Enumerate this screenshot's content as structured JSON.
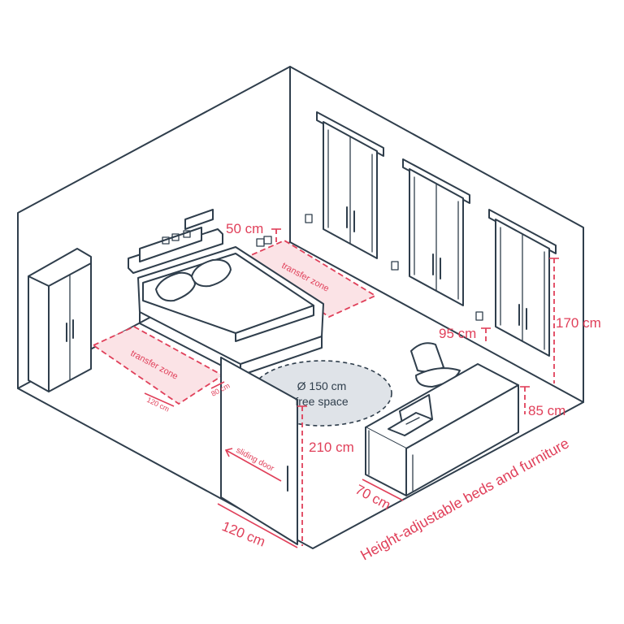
{
  "labels": {
    "bed_headroom": "50 cm",
    "transfer_zone_head": "transfer zone",
    "transfer_zone_side": "transfer zone",
    "zone_width": "80 cm",
    "zone_length": "120 cm",
    "turning_circle_line1": "Ø 150 cm",
    "turning_circle_line2": "free space",
    "door_type": "sliding door",
    "door_height": "210 cm",
    "door_width": "120 cm",
    "switch_height": "95 cm",
    "window_height": "170 cm",
    "desk_height": "85 cm",
    "desk_depth": "70 cm",
    "caption": "Height-adjustable beds and furniture"
  },
  "colors": {
    "accent": "#e0405a",
    "line": "#2f3e4c",
    "zone_fill": "#fbe3e6",
    "circle_fill": "#dfe3e8"
  }
}
